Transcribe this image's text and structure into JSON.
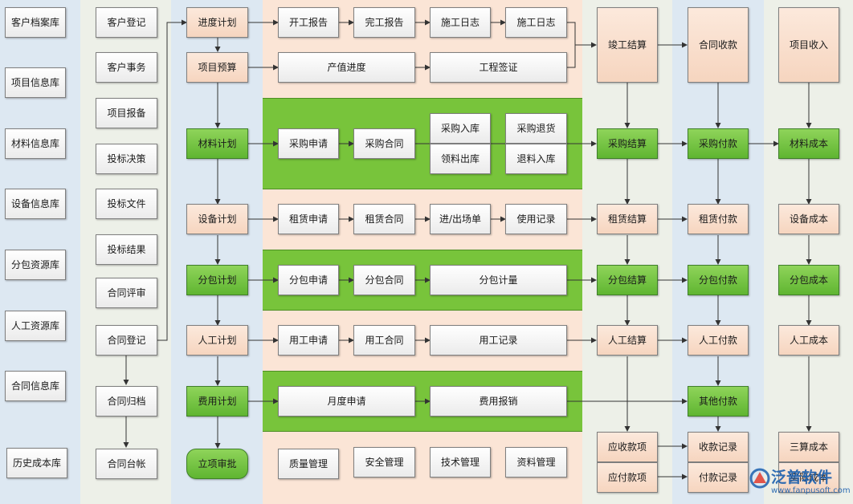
{
  "db": {
    "col1": [
      "客户档案库",
      "项目信息库",
      "材料信息库",
      "设备信息库",
      "分包资源库",
      "人工资源库",
      "合同信息库",
      "历史成本库"
    ]
  },
  "contract": {
    "items": [
      "客户登记",
      "客户事务",
      "项目报备",
      "投标决策",
      "投标文件",
      "投标结果",
      "合同评审",
      "合同登记",
      "合同归档",
      "合同台帐"
    ]
  },
  "plan": {
    "items": [
      "进度计划",
      "项目预算",
      "材料计划",
      "设备计划",
      "分包计划",
      "人工计划",
      "费用计划",
      "立项审批"
    ]
  },
  "progress": {
    "r1": [
      "开工报告",
      "完工报告",
      "施工日志",
      "施工日志"
    ],
    "r2": [
      "产值进度",
      "工程签证"
    ]
  },
  "material": {
    "items": [
      "采购申请",
      "采购合同",
      "采购入库",
      "领料出库",
      "采购退货",
      "退料入库"
    ]
  },
  "equipment": {
    "items": [
      "租赁申请",
      "租赁合同",
      "进/出场单",
      "使用记录"
    ]
  },
  "sub": {
    "items": [
      "分包申请",
      "分包合同",
      "分包计量"
    ]
  },
  "labor": {
    "items": [
      "用工申请",
      "用工合同",
      "用工记录"
    ]
  },
  "expense": {
    "items": [
      "月度申请",
      "费用报销"
    ]
  },
  "mgmt": {
    "items": [
      "质量管理",
      "安全管理",
      "技术管理",
      "资料管理"
    ]
  },
  "settle": {
    "items": [
      "竣工结算",
      "采购结算",
      "租赁结算",
      "分包结算",
      "人工结算",
      "应收款项",
      "应付款项"
    ]
  },
  "pay": {
    "items": [
      "合同收款",
      "采购付款",
      "租赁付款",
      "分包付款",
      "人工付款",
      "其他付款",
      "收款记录",
      "付款记录"
    ]
  },
  "cost": {
    "items": [
      "项目收入",
      "材料成本",
      "设备成本",
      "分包成本",
      "人工成本",
      "三算成本",
      "实际成本"
    ]
  },
  "logo": {
    "name": "泛普软件",
    "url": "www.fanpusoft.com"
  }
}
